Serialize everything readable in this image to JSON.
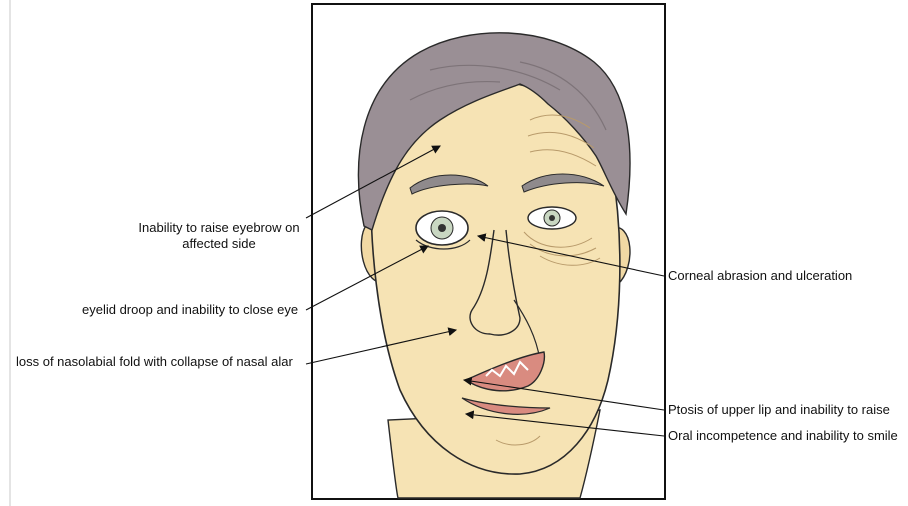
{
  "figure": {
    "labels": {
      "eyebrow_line1": "Inability to raise eyebrow on",
      "eyebrow_line2": "affected side",
      "eyelid": "eyelid droop and inability to close eye",
      "nasolabial": "loss of nasolabial fold with collapse of nasal alar",
      "cornea": "Corneal abrasion and ulceration",
      "lip": "Ptosis of upper lip and inability to raise",
      "oral": "Oral incompetence and inability to smile"
    },
    "colors": {
      "skin": "#f6e3b4",
      "hair": "#9a8f95",
      "outline": "#2a2a2a",
      "iris": "#c9d7c2",
      "lips": "#d98b80"
    }
  }
}
